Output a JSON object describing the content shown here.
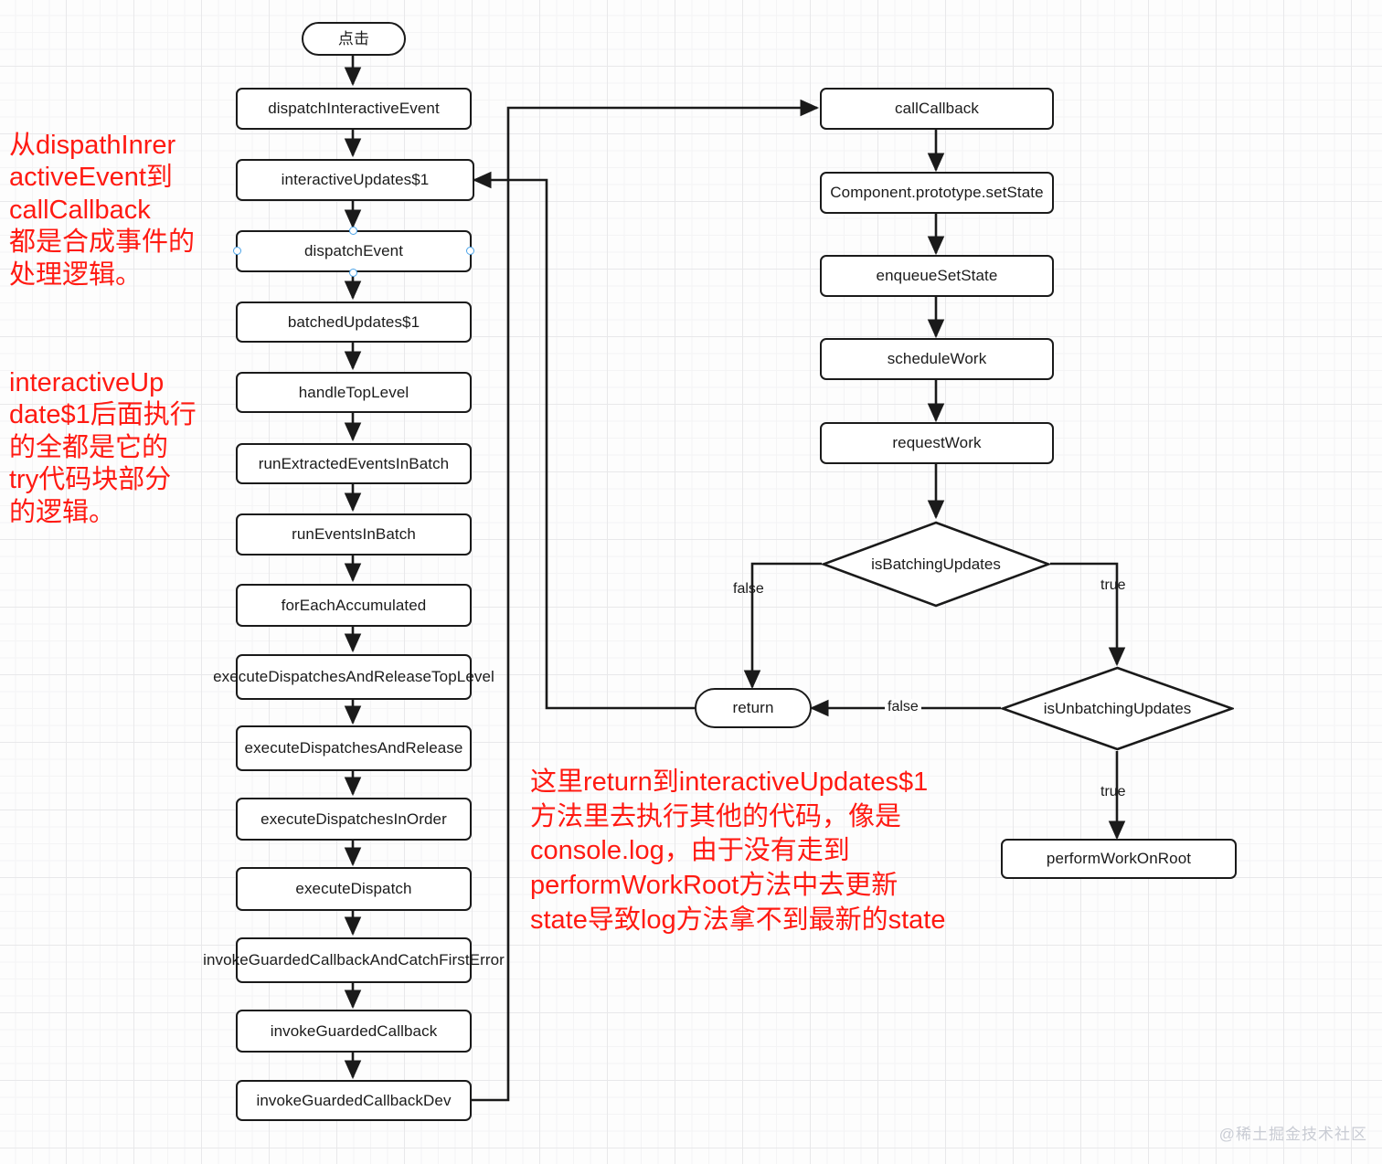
{
  "diagram": {
    "title_node": "点击",
    "left_flow": [
      {
        "id": "start",
        "label": "点击"
      },
      {
        "id": "dispatchInteractiveEvent",
        "label": "dispatchInteractiveEvent"
      },
      {
        "id": "interactiveUpdates1",
        "label": "interactiveUpdates$1"
      },
      {
        "id": "dispatchEvent",
        "label": "dispatchEvent"
      },
      {
        "id": "batchedUpdates1",
        "label": "batchedUpdates$1"
      },
      {
        "id": "handleTopLevel",
        "label": "handleTopLevel"
      },
      {
        "id": "runExtractedEventsInBatch",
        "label": "runExtractedEventsInBatch"
      },
      {
        "id": "runEventsInBatch",
        "label": "runEventsInBatch"
      },
      {
        "id": "forEachAccumulated",
        "label": "forEachAccumulated"
      },
      {
        "id": "executeDispatchesAndReleaseTopLevel",
        "label": "executeDispatchesAndReleaseTopLevel"
      },
      {
        "id": "executeDispatchesAndRelease",
        "label": "executeDispatchesAndRelease"
      },
      {
        "id": "executeDispatchesInOrder",
        "label": "executeDispatchesInOrder"
      },
      {
        "id": "executeDispatch",
        "label": "executeDispatch"
      },
      {
        "id": "invokeGuardedCallbackAndCatchFirstError",
        "label": "invokeGuardedCallbackAndCatchFirstError"
      },
      {
        "id": "invokeGuardedCallback",
        "label": "invokeGuardedCallback"
      },
      {
        "id": "invokeGuardedCallbackDev",
        "label": "invokeGuardedCallbackDev"
      }
    ],
    "right_flow": [
      {
        "id": "callCallback",
        "label": "callCallback"
      },
      {
        "id": "componentPrototypeSetState",
        "label": "Component.prototype.setState"
      },
      {
        "id": "enqueueSetState",
        "label": "enqueueSetState"
      },
      {
        "id": "scheduleWork",
        "label": "scheduleWork"
      },
      {
        "id": "requestWork",
        "label": "requestWork"
      }
    ],
    "decisions": [
      {
        "id": "isBatchingUpdates",
        "label": "isBatchingUpdates"
      },
      {
        "id": "isUnbatchingUpdates",
        "label": "isUnbatchingUpdates"
      }
    ],
    "terminals": [
      {
        "id": "return",
        "label": "return"
      },
      {
        "id": "performWorkOnRoot",
        "label": "performWorkOnRoot"
      }
    ],
    "edge_labels": {
      "batching_false": "false",
      "batching_true": "true",
      "unbatching_false": "false",
      "unbatching_true": "true"
    }
  },
  "annotations": {
    "note1": "从dispathInrer\nactiveEvent到\ncallCallback\n都是合成事件的\n处理逻辑。",
    "note2": "interactiveUp\ndate$1后面执行\n的全都是它的\ntry代码块部分\n的逻辑。",
    "note3": "这里return到interactiveUpdates$1\n方法里去执行其他的代码，像是\nconsole.log，由于没有走到\nperformWorkRoot方法中去更新\nstate导致log方法拿不到最新的state"
  },
  "watermark": "@稀土掘金技术社区",
  "colors": {
    "annotation": "#ff1a12",
    "node_border": "#1a1a1a",
    "handle": "#4aa3e8",
    "grid": "#e8e8ea"
  }
}
